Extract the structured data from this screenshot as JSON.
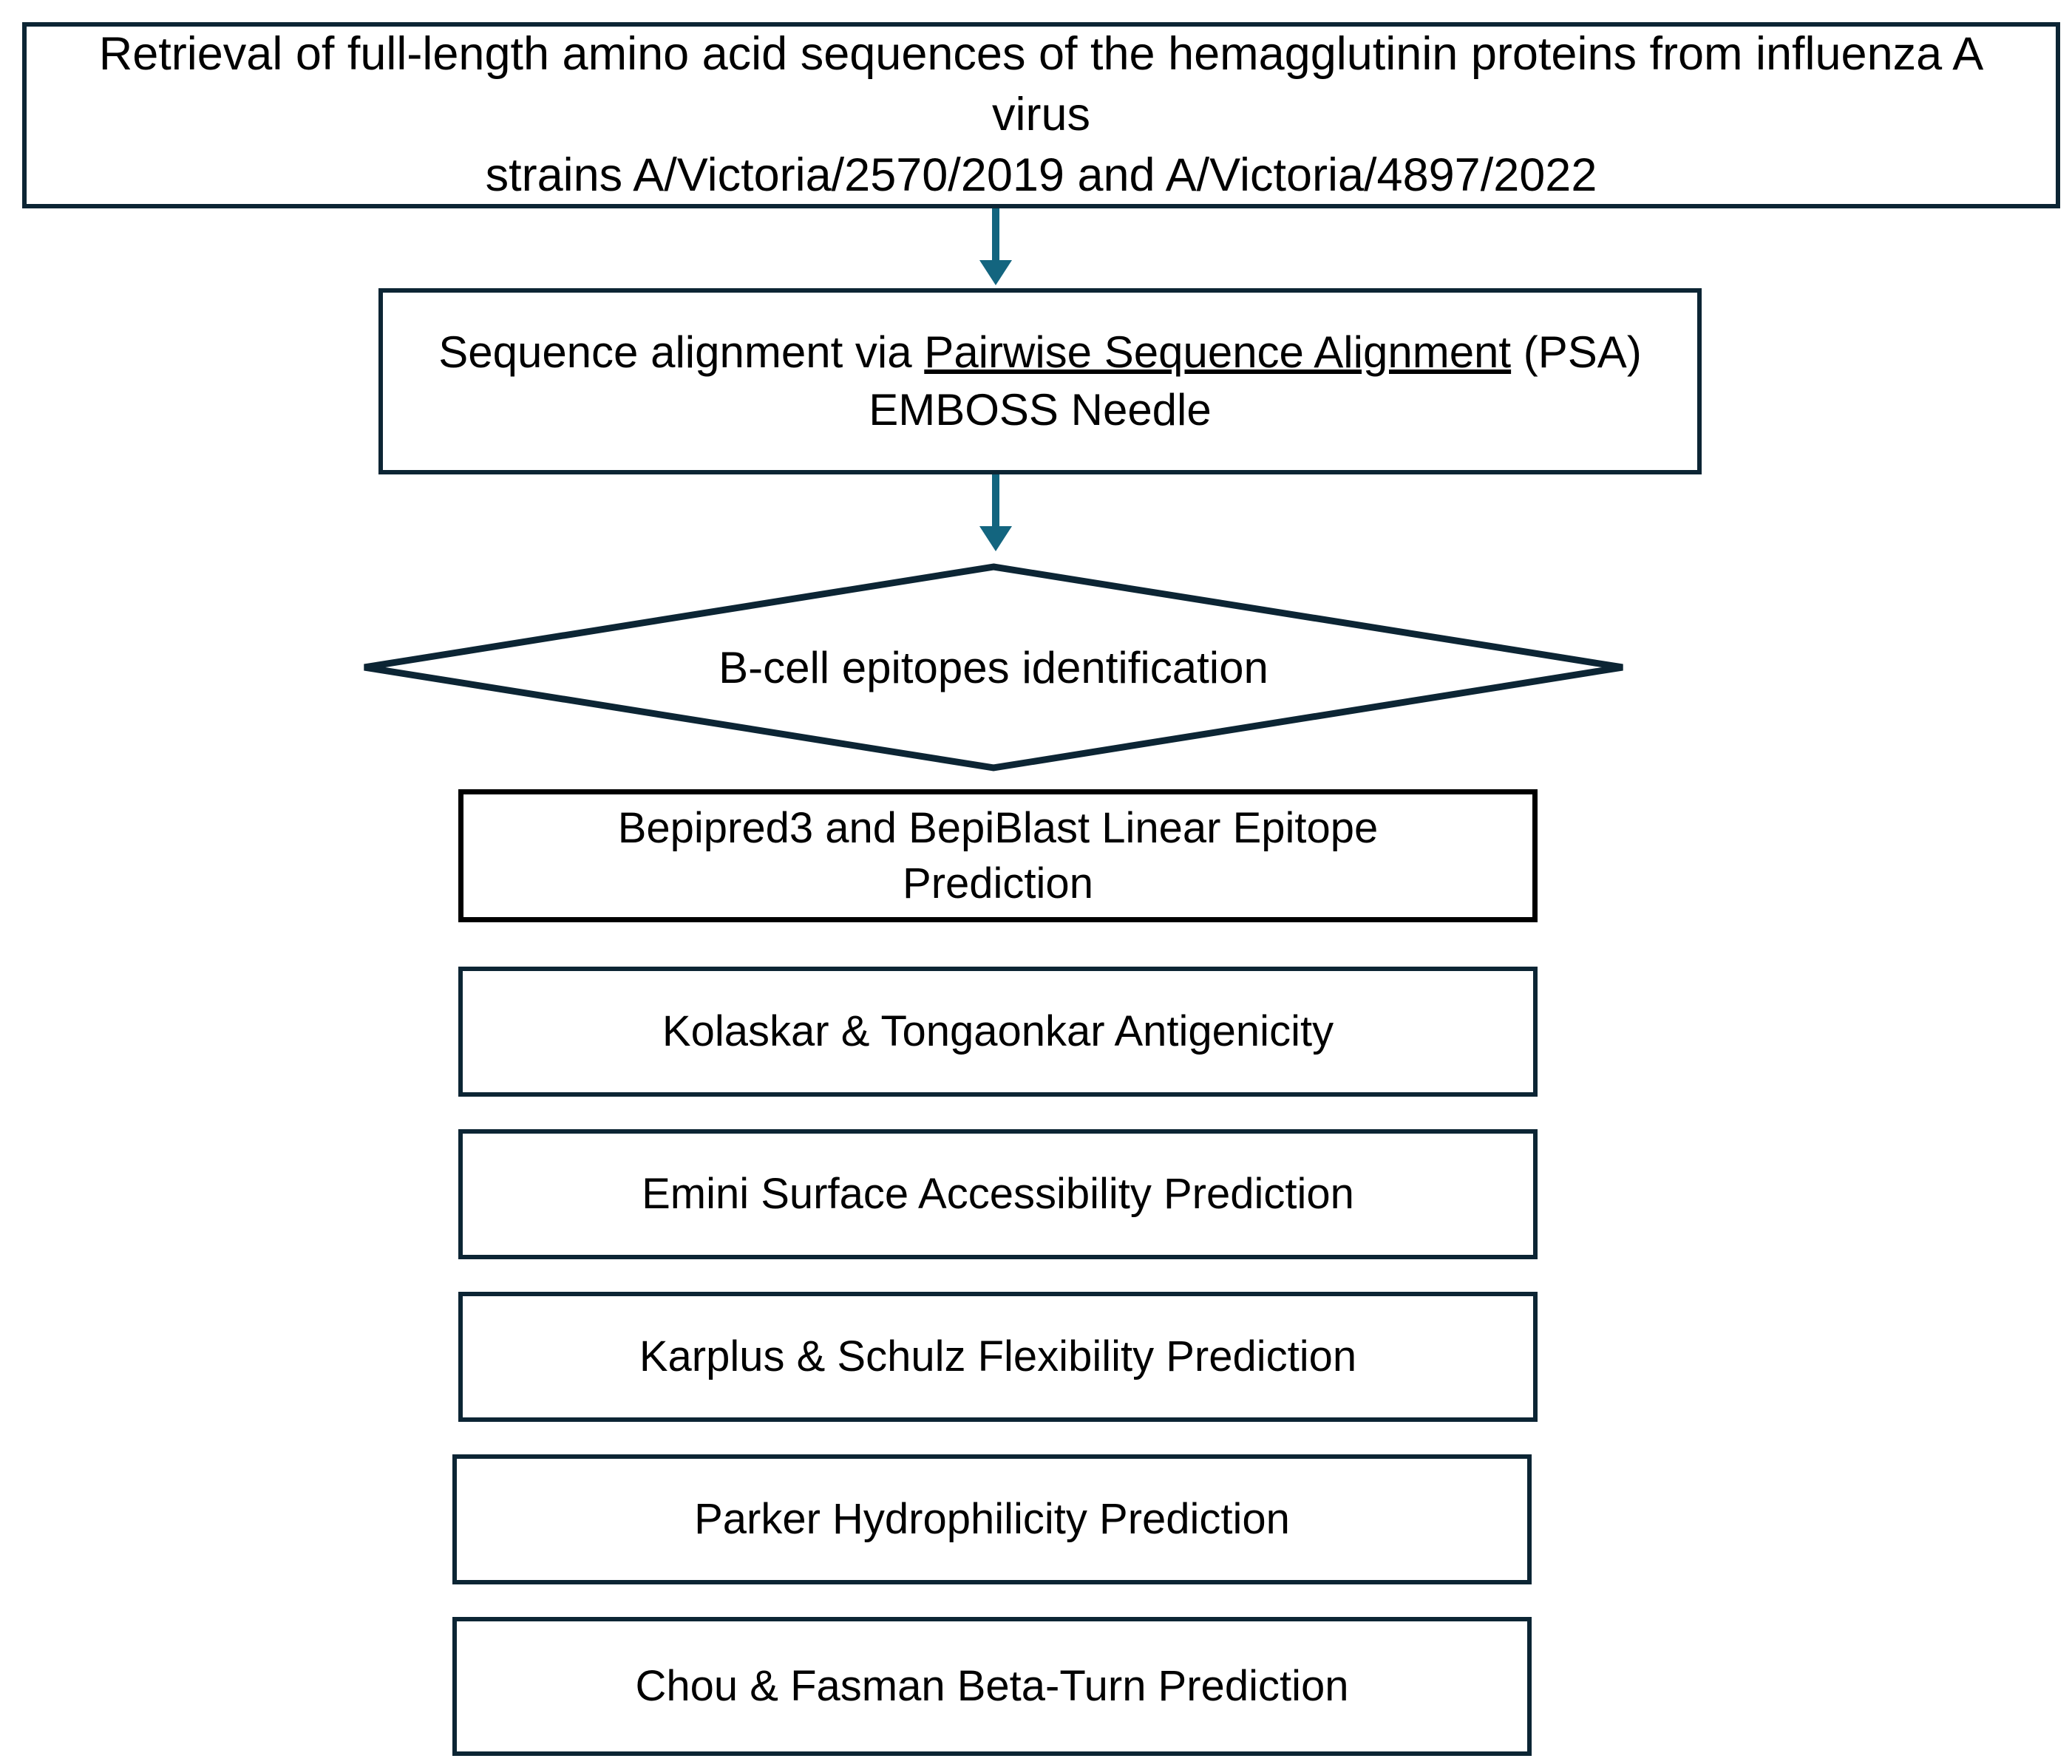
{
  "diagram": {
    "type": "flowchart",
    "title": "B-cell epitope prediction workflow for influenza A hemagglutinin",
    "colors": {
      "navy_border": "#0c2534",
      "black_border": "#000000",
      "arrow_teal": "#13657f",
      "background": "#ffffff",
      "text": "#000000"
    },
    "nodes": {
      "retrieval": {
        "shape": "rectangle",
        "line1": "Retrieval of full-length amino acid sequences of the hemagglutinin proteins from influenza A virus",
        "line2": "strains A/Victoria/2570/2019 and A/Victoria/4897/2022"
      },
      "alignment": {
        "shape": "rectangle",
        "text_before": "Sequence alignment via ",
        "text_underlined": "Pairwise Sequence Alignment",
        "text_after": " (PSA)",
        "line2": "EMBOSS Needle"
      },
      "decision": {
        "shape": "diamond",
        "label": "B-cell epitopes identification"
      }
    },
    "connectors": [
      {
        "name": "retrieval-to-alignment",
        "style": "arrow-down",
        "color": "#13657f"
      },
      {
        "name": "alignment-to-decision",
        "style": "arrow-down",
        "color": "#13657f"
      }
    ],
    "prediction_steps": [
      {
        "line1": "Bepipred3 and BepiBlast Linear Epitope",
        "line2": "Prediction",
        "border": "black"
      },
      {
        "line1": "Kolaskar & Tongaonkar Antigenicity",
        "line2": "",
        "border": "navy"
      },
      {
        "line1": "Emini Surface Accessibility Prediction",
        "line2": "",
        "border": "navy"
      },
      {
        "line1": "Karplus & Schulz Flexibility Prediction",
        "line2": "",
        "border": "navy"
      },
      {
        "line1": "Parker Hydrophilicity Prediction",
        "line2": "",
        "border": "navy"
      },
      {
        "line1": "Chou & Fasman Beta-Turn Prediction",
        "line2": "",
        "border": "navy"
      }
    ]
  }
}
